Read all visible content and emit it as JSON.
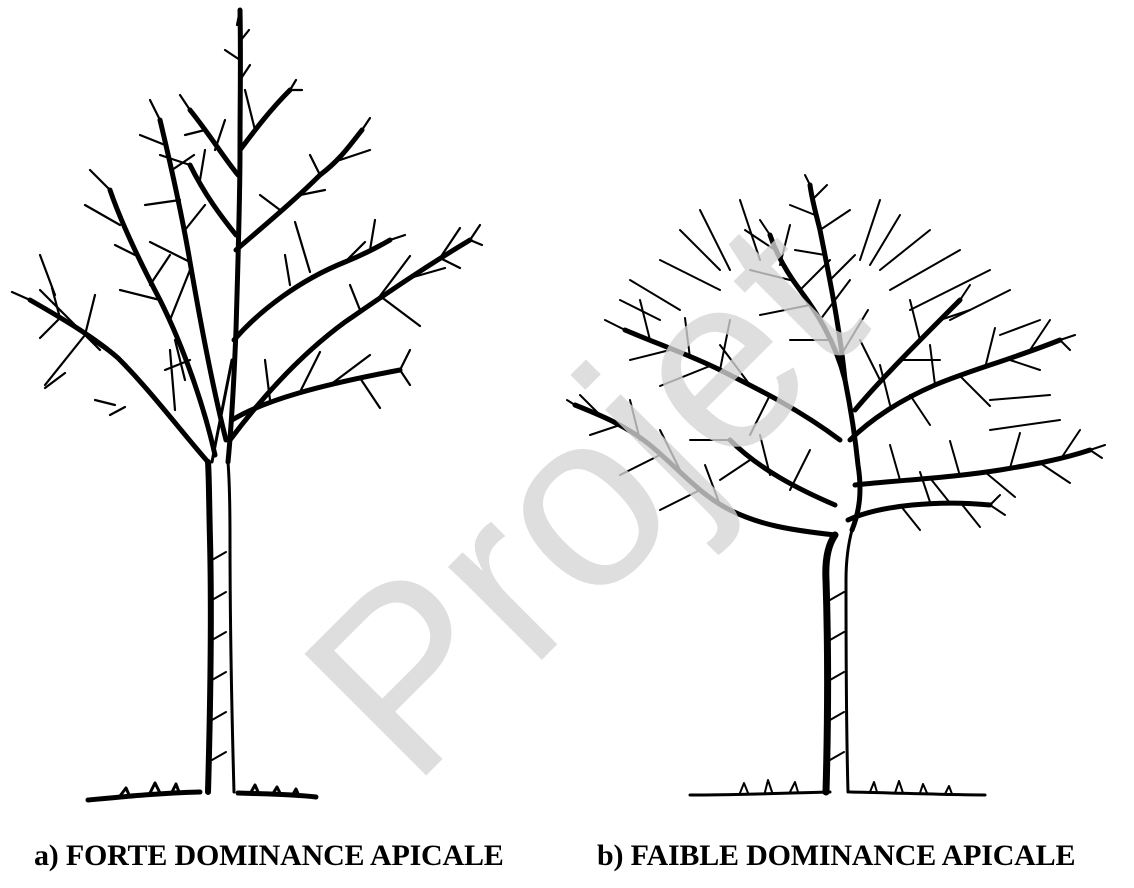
{
  "panels": [
    {
      "caption": "a) FORTE DOMINANCE APICALE"
    },
    {
      "caption": "b) FAIBLE DOMINANCE APICALE"
    }
  ],
  "watermark": "Projet",
  "colors": {
    "ink": "#000000",
    "watermark": "#d6d6d6",
    "background": "#ffffff"
  }
}
